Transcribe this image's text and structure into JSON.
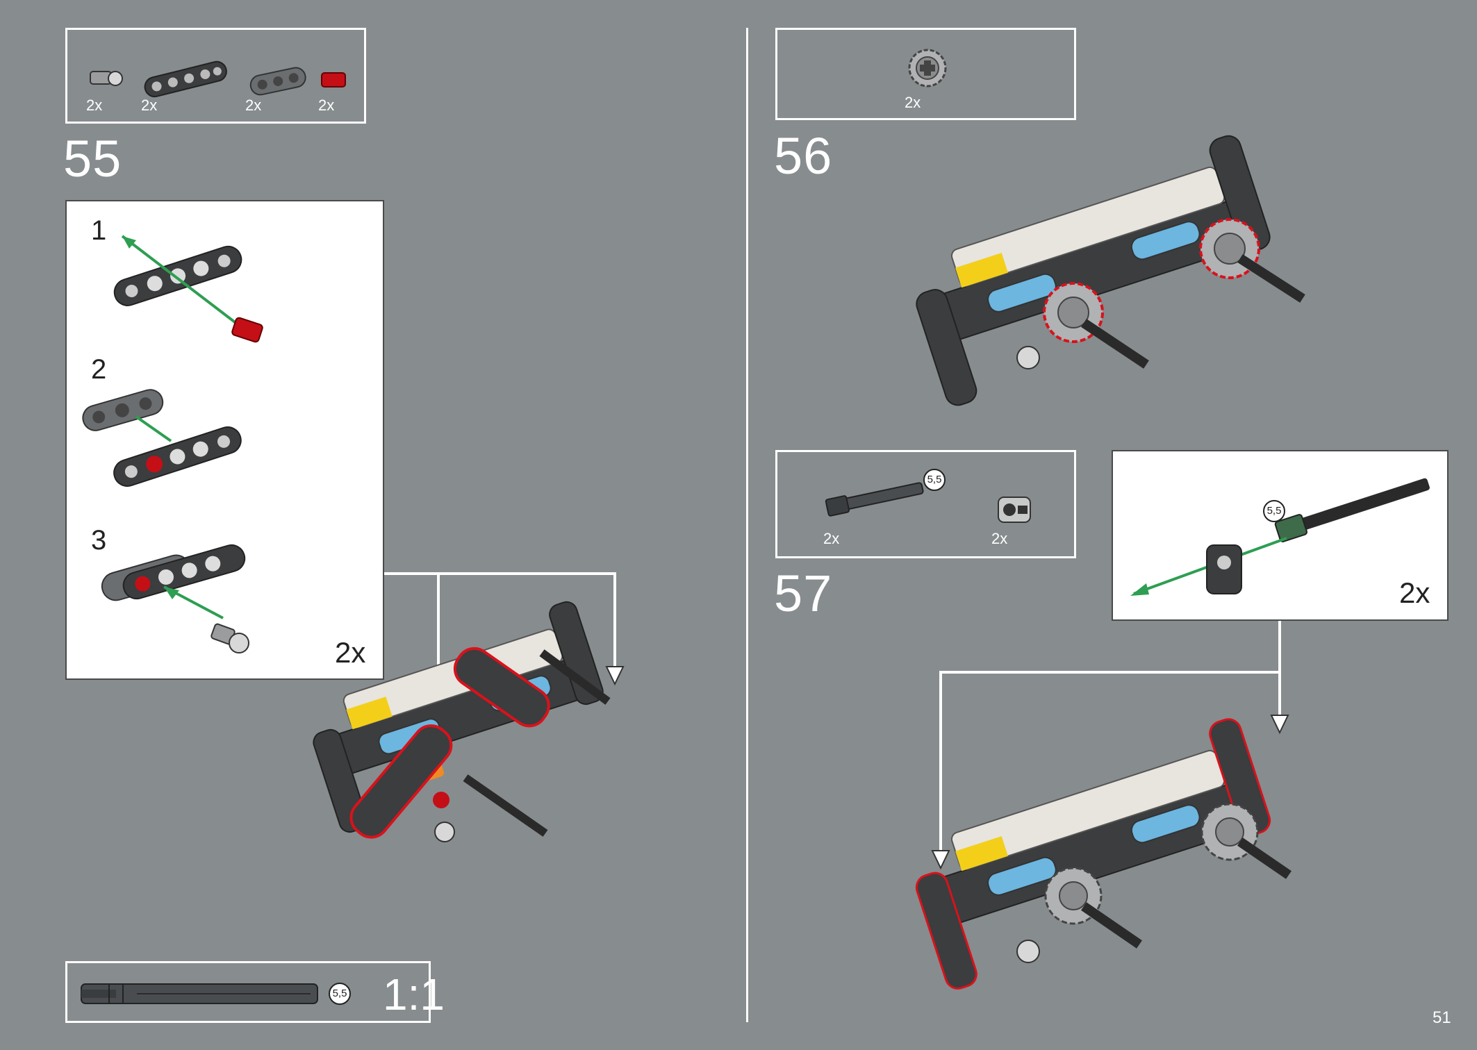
{
  "step55": {
    "number": "55",
    "parts": [
      {
        "name": "pin-with-ball",
        "qty": "2x"
      },
      {
        "name": "beam-5",
        "qty": "2x"
      },
      {
        "name": "beam-3",
        "qty": "2x"
      },
      {
        "name": "red-pin",
        "qty": "2x"
      }
    ],
    "substeps": [
      "1",
      "2",
      "3"
    ],
    "multiplier": "2x"
  },
  "step56": {
    "number": "56",
    "parts": [
      {
        "name": "gear-12-tooth",
        "qty": "2x"
      }
    ]
  },
  "step57": {
    "number": "57",
    "parts": [
      {
        "name": "axle-5-5",
        "qty": "2x",
        "length": "5,5"
      },
      {
        "name": "axle-pin-connector",
        "qty": "2x"
      }
    ],
    "callout_length": "5,5",
    "multiplier": "2x"
  },
  "scale_ruler": {
    "length": "5,5",
    "ratio": "1:1"
  },
  "page_number": "51",
  "colors": {
    "background": "#878c8e",
    "highlight": "#d8121b",
    "arrow_green": "#2e9e52",
    "beam_dark": "#3b3d3f",
    "beam_light": "#6b6e70"
  }
}
